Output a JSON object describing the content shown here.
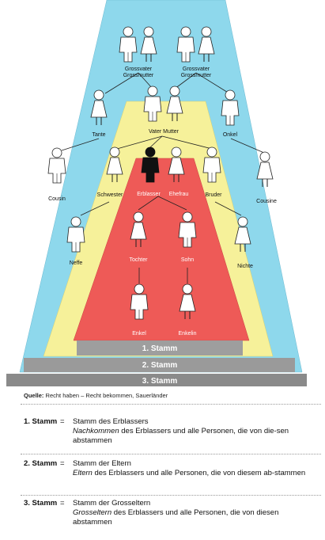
{
  "persons": {
    "grossvater_grossmutter_left": "Grossvater\nGrossmutter",
    "grossvater_grossmutter_right": "Grossvater\nGrossmutter",
    "tante": "Tante",
    "vater_mutter": "Vater   Mutter",
    "onkel": "Onkel",
    "cousin": "Cousin",
    "schwester": "Schwester",
    "erblasser": "Erblasser",
    "ehefrau": "Ehefrau",
    "bruder": "Bruder",
    "cousine": "Cousine",
    "neffe": "Neffe",
    "tochter": "Tochter",
    "sohn": "Sohn",
    "nichte": "Nichte",
    "enkel": "Enkel",
    "enkelin": "Enkelin"
  },
  "stamm_labels": [
    "1. Stamm",
    "2. Stamm",
    "3. Stamm"
  ],
  "source": {
    "prefix": "Quelle:",
    "text": "Recht haben – Recht bekommen, Sauerländer"
  },
  "legend": [
    {
      "key": "1. Stamm",
      "eq": "=",
      "title": "Stamm des Erblassers",
      "emph": "Nachkommen",
      "rest": " des Erblassers und alle Personen, die von die-sen abstammen"
    },
    {
      "key": "2. Stamm",
      "eq": "=",
      "title": "Stamm der Eltern",
      "emph": "Eltern",
      "rest": " des Erblassers und alle Personen, die von diesem ab-stammen"
    },
    {
      "key": "3. Stamm",
      "eq": "=",
      "title": "Stamm der Grosseltern",
      "emph": "Grosseltern",
      "rest": " des Erblassers und alle Personen, die von diesen abstammen"
    }
  ],
  "colors": {
    "stamm3": "#8ed8ec",
    "stamm2": "#f6f19a",
    "stamm1": "#ee5a57",
    "step": "#8c8c8c",
    "person": "#ffffff",
    "erblasser": "#111111"
  }
}
